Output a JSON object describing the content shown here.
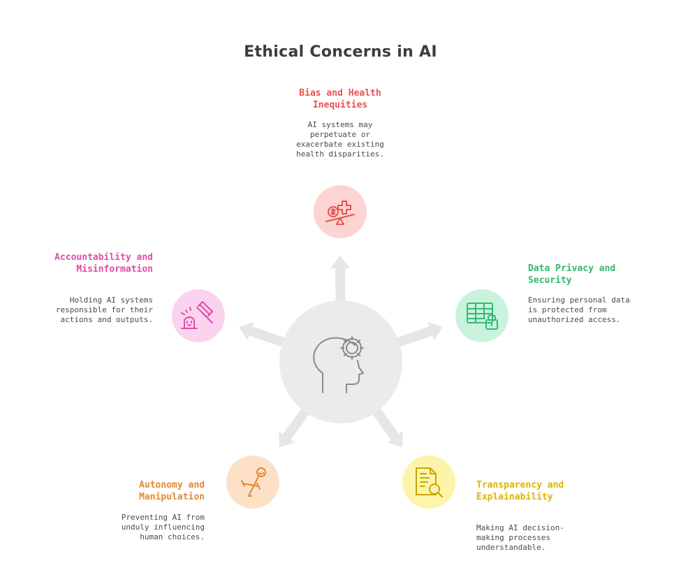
{
  "title": "Ethical Concerns in AI",
  "center_icon": "head-gear-icon",
  "concerns": [
    {
      "heading": "Bias and Health Inequities",
      "description": "AI systems may perpetuate or exacerbate existing health disparities.",
      "icon": "scale-dollar-medical-icon",
      "color": "#e8514f",
      "bg": "#fcd4d2"
    },
    {
      "heading": "Data Privacy and Security",
      "description": "Ensuring personal data is protected from unauthorized access.",
      "icon": "table-lock-icon",
      "color": "#33b873",
      "bg": "#c9f3dc"
    },
    {
      "heading": "Transparency and Explainability",
      "description": "Making AI decision-making processes understandable.",
      "icon": "document-search-icon",
      "color": "#dcb400",
      "bg": "#fcf4a9"
    },
    {
      "heading": "Autonomy and Manipulation",
      "description": "Preventing AI from unduly influencing human choices.",
      "icon": "puppet-control-icon",
      "color": "#e08a35",
      "bg": "#fde0c6"
    },
    {
      "heading": "Accountability and Misinformation",
      "description": "Holding AI systems responsible for their actions and outputs.",
      "icon": "gavel-tombstone-icon",
      "color": "#e24ba8",
      "bg": "#fcd3ee"
    }
  ]
}
